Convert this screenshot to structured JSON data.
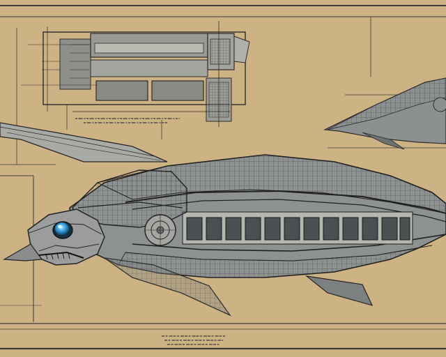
{
  "artwork": {
    "subject": "blueprint-sheet",
    "colors": {
      "paper": "#cdb384",
      "paper_light": "#d9c29a",
      "ink": "#3a3a3a",
      "ink_dark": "#1f1f1f",
      "hull": "#8c8f8f",
      "hull_light": "#b8b8b2",
      "hull_dark": "#5a5d5e",
      "eye": "#3fa9e8",
      "eye_glow": "#bfe9ff",
      "window": "#4a4f52"
    },
    "illegible_scribbles": [
      "caption-under-top-drawing",
      "caption-bottom-center"
    ]
  }
}
